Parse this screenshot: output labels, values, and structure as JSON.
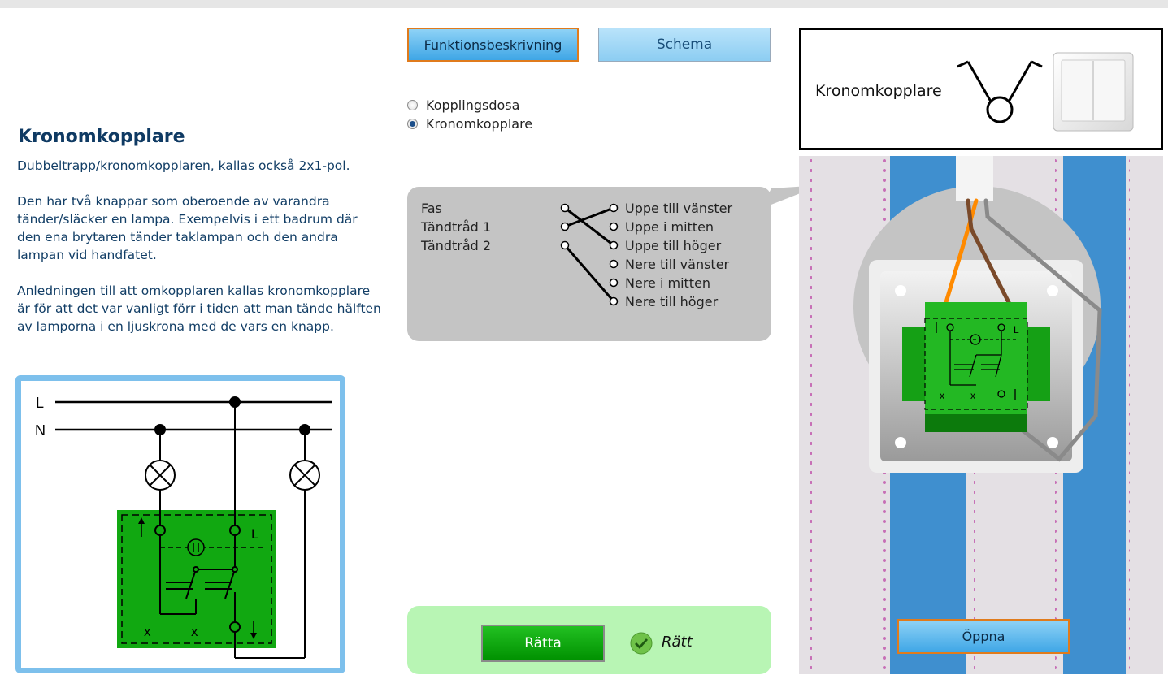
{
  "info": {
    "title": "Kronomkopplare",
    "paragraphs": [
      "Dubbeltrapp/kronomkopplaren, kallas också 2x1-pol.",
      "Den har två knappar som oberoende av varandra tänder/släcker en lampa. Exempelvis i ett badrum där den ena brytaren tänder taklampan och den andra lampan vid handfatet.",
      "Anledningen till att omkopplaren kallas kronomkopplare är för att det var vanligt förr i tiden att man tände hälften av lamporna i en ljuskrona med de vars en knapp."
    ]
  },
  "schematic": {
    "line_labels": [
      "L",
      "N"
    ],
    "terminal_l": "L",
    "marks": [
      "x",
      "x"
    ]
  },
  "tabs": [
    {
      "label": "Funktionsbeskrivning",
      "active": true
    },
    {
      "label": "Schema",
      "active": false
    }
  ],
  "options": [
    {
      "label": "Kopplingsdosa",
      "checked": false
    },
    {
      "label": "Kronomkopplare",
      "checked": true
    }
  ],
  "wiring": {
    "sources": [
      "Fas",
      "Tändtråd 1",
      "Tändtråd 2"
    ],
    "targets": [
      "Uppe till vänster",
      "Uppe i mitten",
      "Uppe till höger",
      "Nere till vänster",
      "Nere i mitten",
      "Nere till höger"
    ],
    "connections": [
      {
        "source": "Fas",
        "target": "Uppe till höger"
      },
      {
        "source": "Tändtråd 1",
        "target": "Uppe till vänster"
      },
      {
        "source": "Tändtråd 2",
        "target": "Nere till höger"
      }
    ]
  },
  "check": {
    "button_label": "Rätta",
    "result": "Rätt"
  },
  "symbol": {
    "label": "Kronomkopplare"
  },
  "photo": {
    "open_button": "Öppna",
    "switch_marks": [
      "x",
      "x"
    ],
    "switch_l": "L"
  },
  "colors": {
    "accent_blue": "#3fa6e6",
    "active_border": "#e07b1c",
    "title": "#0f3a63",
    "switch_green": "#11a811",
    "panel_gray": "#c4c4c4",
    "success_bg": "#b8f5b4"
  }
}
